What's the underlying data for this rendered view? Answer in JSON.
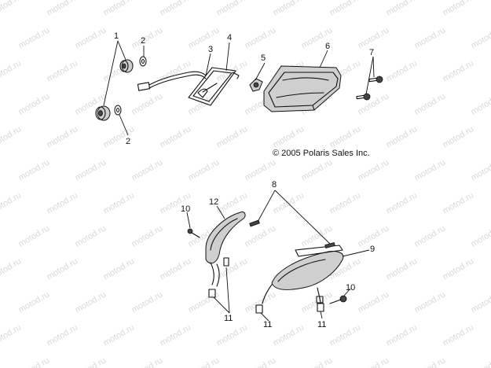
{
  "copyright": "© 2005 Polaris Sales Inc.",
  "watermark": "motod.ru",
  "callouts": {
    "c1": "1",
    "c2a": "2",
    "c2b": "2",
    "c3": "3",
    "c4": "4",
    "c5": "5",
    "c6": "6",
    "c7": "7",
    "c8": "8",
    "c9": "9",
    "c10a": "10",
    "c10b": "10",
    "c11a": "11",
    "c11b": "11",
    "c11c": "11",
    "c12": "12"
  }
}
